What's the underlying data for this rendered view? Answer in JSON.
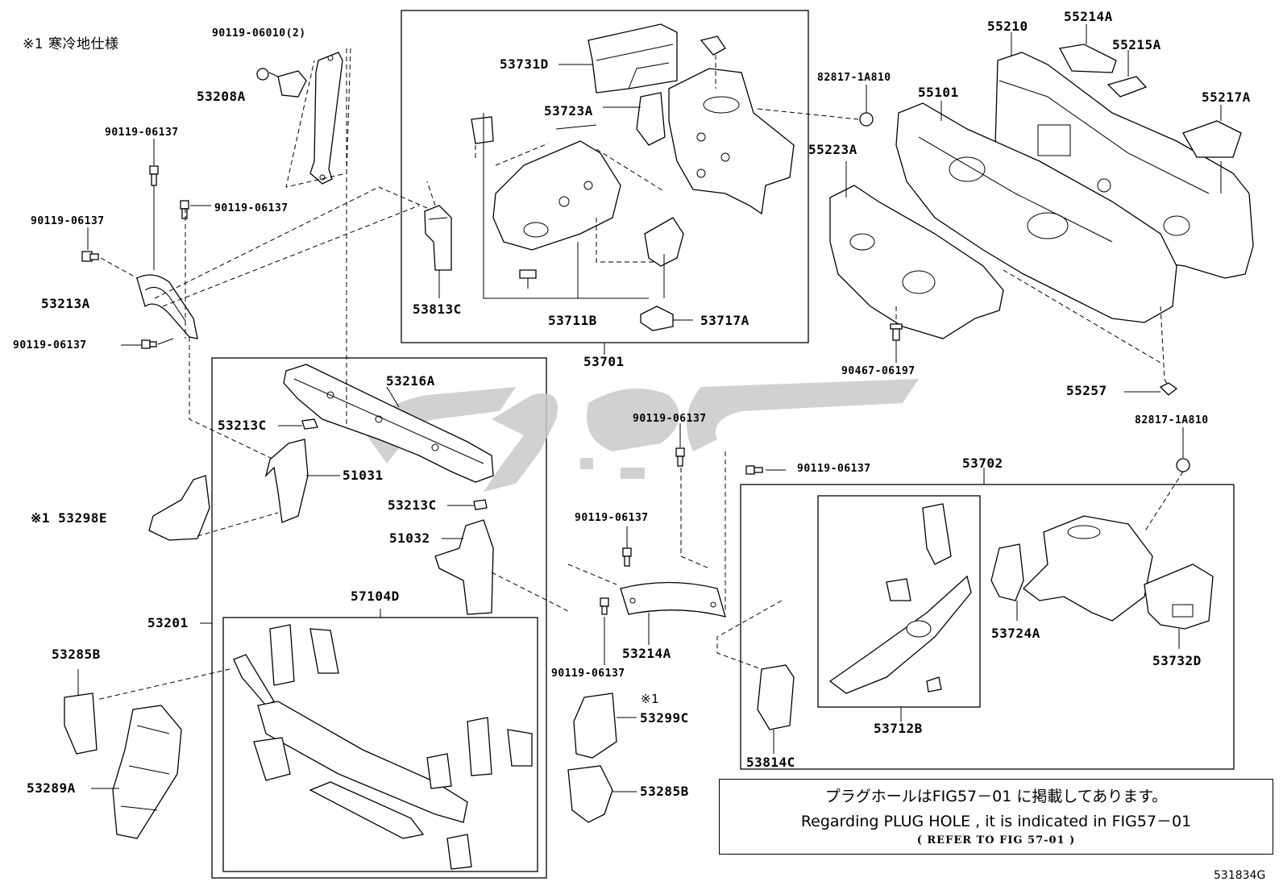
{
  "title_note": "※1 寒冷地仕様",
  "figure_id": "531834G",
  "note": {
    "line1": "プラグホールはFIG57－01 に掲載してあります。",
    "line2": "Regarding  PLUG  HOLE  , it  is  indicated  in  FIG57－01",
    "line3": "(     REFER  TO  FIG  57-01     )"
  },
  "parts": {
    "p90119_06010": "90119-06010(2)",
    "p53208A": "53208A",
    "p90119_06137_a": "90119-06137",
    "p90119_06137_b": "90119-06137",
    "p90119_06137_c": "90119-06137",
    "p53213A": "53213A",
    "p90119_06137_d": "90119-06137",
    "p53731D": "53731D",
    "p53723A": "53723A",
    "p53813C": "53813C",
    "p53711B": "53711B",
    "p53717A": "53717A",
    "p53701": "53701",
    "p82817_1A810_a": "82817-1A810",
    "p55210": "55210",
    "p55214A": "55214A",
    "p55215A": "55215A",
    "p55101": "55101",
    "p55217A": "55217A",
    "p55223A": "55223A",
    "p90467_06197": "90467-06197",
    "p55257": "55257",
    "p53216A": "53216A",
    "p53213C_a": "53213C",
    "p51031": "51031",
    "p53298E": "※1 53298E",
    "p53213C_b": "53213C",
    "p51032": "51032",
    "p53201": "53201",
    "p57104D": "57104D",
    "p53285B_a": "53285B",
    "p53289A": "53289A",
    "p90119_06137_e": "90119-06137",
    "p90119_06137_f": "90119-06137",
    "p90119_06137_g": "90119-06137",
    "p90119_06137_h": "90119-06137",
    "p53214A": "53214A",
    "p53299C_note": "※1",
    "p53299C": "53299C",
    "p53285B_b": "53285B",
    "p53702": "53702",
    "p82817_1A810_b": "82817-1A810",
    "p53724A": "53724A",
    "p53732D": "53732D",
    "p53814C": "53814C",
    "p53712B": "53712B"
  }
}
